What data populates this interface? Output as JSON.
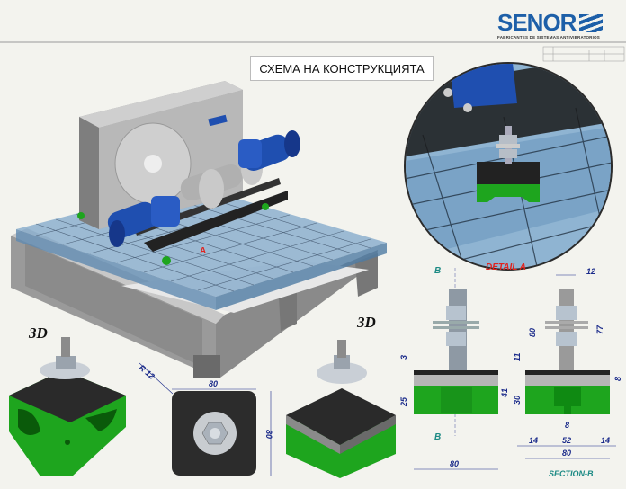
{
  "title": "СХЕМА НА КОНСТРУКЦИЯТА",
  "logo": {
    "name": "SENOR",
    "tagline": "FABRICANTES DE SISTEMAS ANTIVIBRATORIOS"
  },
  "labels": {
    "view3d_left": "3D",
    "view3d_right": "3D",
    "marker_a": "A",
    "detail_a": "DETAIL A",
    "section_b": "SECTION-B",
    "cut_b_top": "B",
    "cut_b_bottom": "B"
  },
  "dimensions": {
    "radius": "R 12",
    "top_width": "80",
    "top_height": "80",
    "front_3": "3",
    "front_25": "25",
    "front_41": "41",
    "front_width": "80",
    "sec_12": "12",
    "sec_80": "80",
    "sec_77": "77",
    "sec_11": "11",
    "sec_8": "8",
    "sec_30": "30",
    "sec_hole": "8",
    "sec_14_left": "14",
    "sec_52": "52",
    "sec_14_right": "14",
    "sec_width": "80"
  },
  "colors": {
    "rubber": "#1ea51e",
    "steel": "#b9c0c8",
    "plate": "#2a2a2a",
    "dim": "#1a2a8a",
    "accent": "#1d5fa8",
    "pump": "#1f4fb0"
  }
}
